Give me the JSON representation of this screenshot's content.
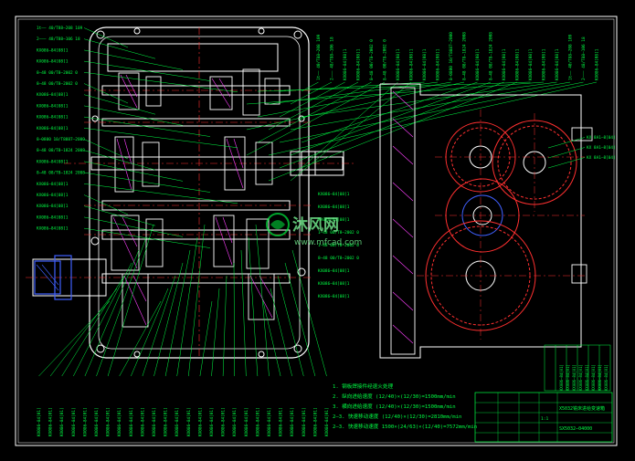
{
  "drawing": {
    "colors": {
      "background": "#000000",
      "frame": "#ffffff",
      "outline": "#ffffff",
      "leader": "#00ff44",
      "label": "#00ff44",
      "gear": "#ff3030",
      "centerline": "#ff3030",
      "hatch": "#ff40ff",
      "shaft": "#4060ff",
      "titleblock": "#00ff44"
    },
    "watermark": {
      "brand": "沐风网",
      "site": "www.mfcad.com"
    },
    "callouts_top": [
      "1t—— 40/T88—208 109",
      "2——— 48/T88—106 18",
      "KX086—84[08]1",
      "KX086—84[08]1",
      "8—48 00/T8—2002 0",
      "8—48 00/T8—2002 0",
      "KX086—84[08]1",
      "KX086—84[08]1",
      "KX086—84[08]1",
      "KX086—84[08]1",
      "8—0800 10/T8887—2000",
      "8—48 08/T8—1824 2008",
      "KX086—84[08]1",
      "8—48 08/T8—1824 2008",
      "KX086—84[08]1",
      "KX086—84[08]1",
      "KX086—84[08]1",
      "KX086—84[08]1",
      "KX086—84[08]1"
    ],
    "callouts_bottom": [
      "KX086—84[01]",
      "KX086—84[01]",
      "KX086—84[01]",
      "KX086—84[01]",
      "KX086—84[01]",
      "KX086—84[01]",
      "KX086—84[01]",
      "KX086—84[01]",
      "KX086—84[01]",
      "KX086—84[01]",
      "KX086—84[01]",
      "KX086—84[01]",
      "KX086—84[01]",
      "KX086—84[01]",
      "KX086—84[01]",
      "KX086—84[01]",
      "KX086—84[01]",
      "KX086—84[01]",
      "KX086—84[01]",
      "KX086—84[01]",
      "KX086—84[01]",
      "KX086—84[01]",
      "KX086—84[01]",
      "KX086—84[01]",
      "KX086—84[01]",
      "KX086—84[01]"
    ],
    "callouts_mid": [
      "KX086—84[08]1",
      "KX086—84[08]1",
      "KX086—84[08]1",
      "1—48 00/T8—2002 0",
      "1—48 00/T8—2002 0",
      "8—48 00/T8—2002 0",
      "KX086—84[08]1",
      "KX086—84[08]1",
      "KX086—84[08]1"
    ],
    "callouts_right": [
      "KX 8A1—8[04]",
      "KX 8A1—8[04]",
      "KX 8A1—8[04]"
    ],
    "tech_notes": [
      "1. 钢板焊接件经退火处理",
      "2. 纵向进给速度 (12/40)×(12/30)=1500mm/min",
      "3. 横向进给速度 (12/40)×(12/30)=1500mm/min",
      "2—3. 快速移动速度 (12/40)×(12/30)=2810mm/min",
      "2—3. 快速移动速度 1500×(24/63)×(12/40)=7572mm/min"
    ],
    "title_block": {
      "drawing_title": "X5032铣床进给变速箱",
      "drawing_number": "SX5032—04000",
      "sheet_label": "1:1"
    }
  }
}
